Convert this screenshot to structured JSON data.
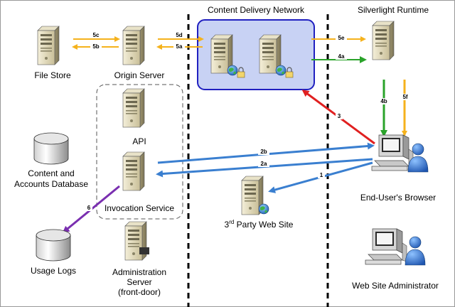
{
  "regions": {
    "cdn": "Content Delivery Network",
    "runtime": "Silverlight Runtime"
  },
  "nodes": {
    "file_store": "File Store",
    "origin_server": "Origin Server",
    "api": "API",
    "content_db_line1": "Content and",
    "content_db_line2": "Accounts Database",
    "invocation_service": "Invocation Service",
    "usage_logs": "Usage Logs",
    "admin_line1": "Administration",
    "admin_line2": "Server",
    "admin_line3": "(front-door)",
    "third_party_sup": "rd",
    "third_party_pre": "3",
    "third_party_post": " Party Web Site",
    "browser": "End-User's Browser",
    "web_admin": "Web Site Administrator"
  },
  "edges": {
    "e5c": "5c",
    "e5b": "5b",
    "e5d": "5d",
    "e5a": "5a",
    "e5e": "5e",
    "e4a": "4a",
    "e4b": "4b",
    "e5f": "5f",
    "e3": "3",
    "e2b": "2b",
    "e2a": "2a",
    "e1": "1",
    "e6": "6"
  },
  "colors": {
    "orange": "#f5b21c",
    "green": "#2aa32a",
    "blue": "#3a7fd0",
    "red": "#e02020",
    "purple": "#7a2fb0",
    "cdn_fill": "#c8d2f4",
    "cdn_border": "#2020c0"
  }
}
